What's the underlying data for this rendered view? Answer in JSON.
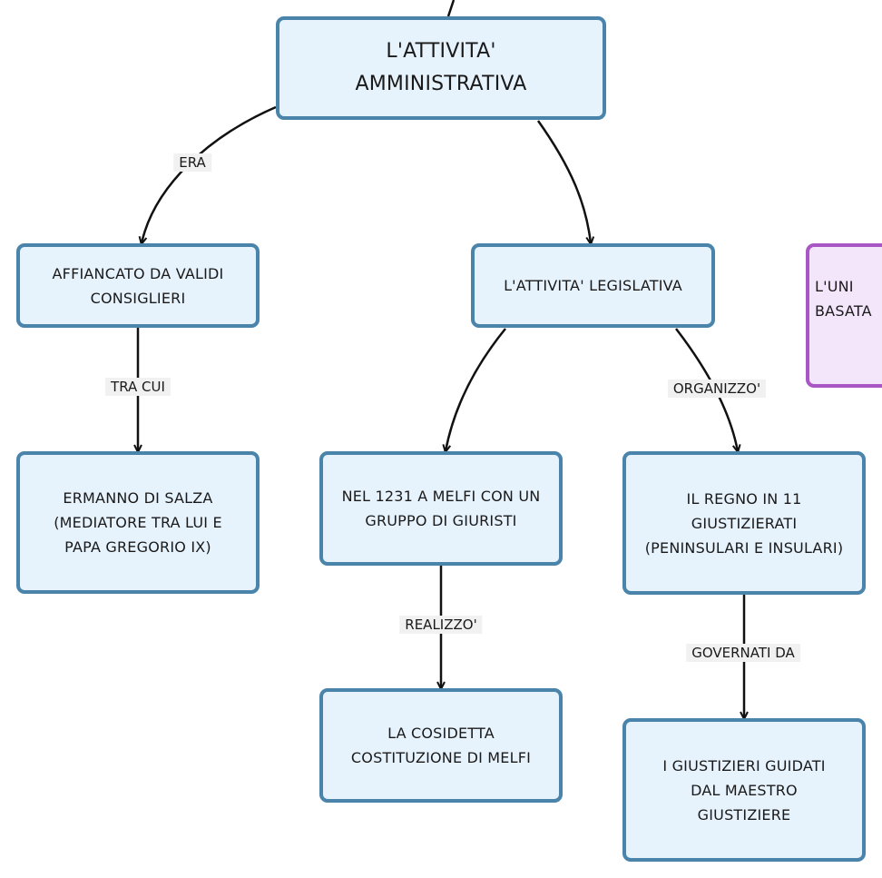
{
  "nodes": {
    "admin": "L'ATTIVITA'\nAMMINISTRATIVA",
    "consiglieri": "AFFIANCATO DA VALIDI\nCONSIGLIERI",
    "legislativa": "L'ATTIVITA' LEGISLATIVA",
    "partial_right": "   L'UNI\nBASATA",
    "ermanno": "ERMANNO DI SALZA\n(MEDIATORE TRA LUI E\nPAPA GREGORIO IX)",
    "melfi_1231": "NEL 1231 A MELFI CON UN\nGRUPPO DI GIURISTI",
    "giustizierati": "IL REGNO IN 11\nGIUSTIZIERATI\n(PENINSULARI E INSULARI)",
    "costituzione": "LA COSIDETTA\nCOSTITUZIONE DI MELFI",
    "giustizieri": "I GIUSTIZIERI GUIDATI\nDAL MAESTRO\nGIUSTIZIERE"
  },
  "edge_labels": {
    "era": "ERA",
    "tra_cui": "TRA CUI",
    "organizzo": "ORGANIZZO'",
    "realizzo": "REALIZZO'",
    "governati_da": "GOVERNATI DA"
  },
  "colors": {
    "node_fill": "#e6f2fc",
    "node_border": "#4a84ab",
    "partial_fill": "#f3e6fb",
    "partial_border": "#a857c4",
    "edge": "#111111",
    "label_bg": "#f1f1f1"
  }
}
